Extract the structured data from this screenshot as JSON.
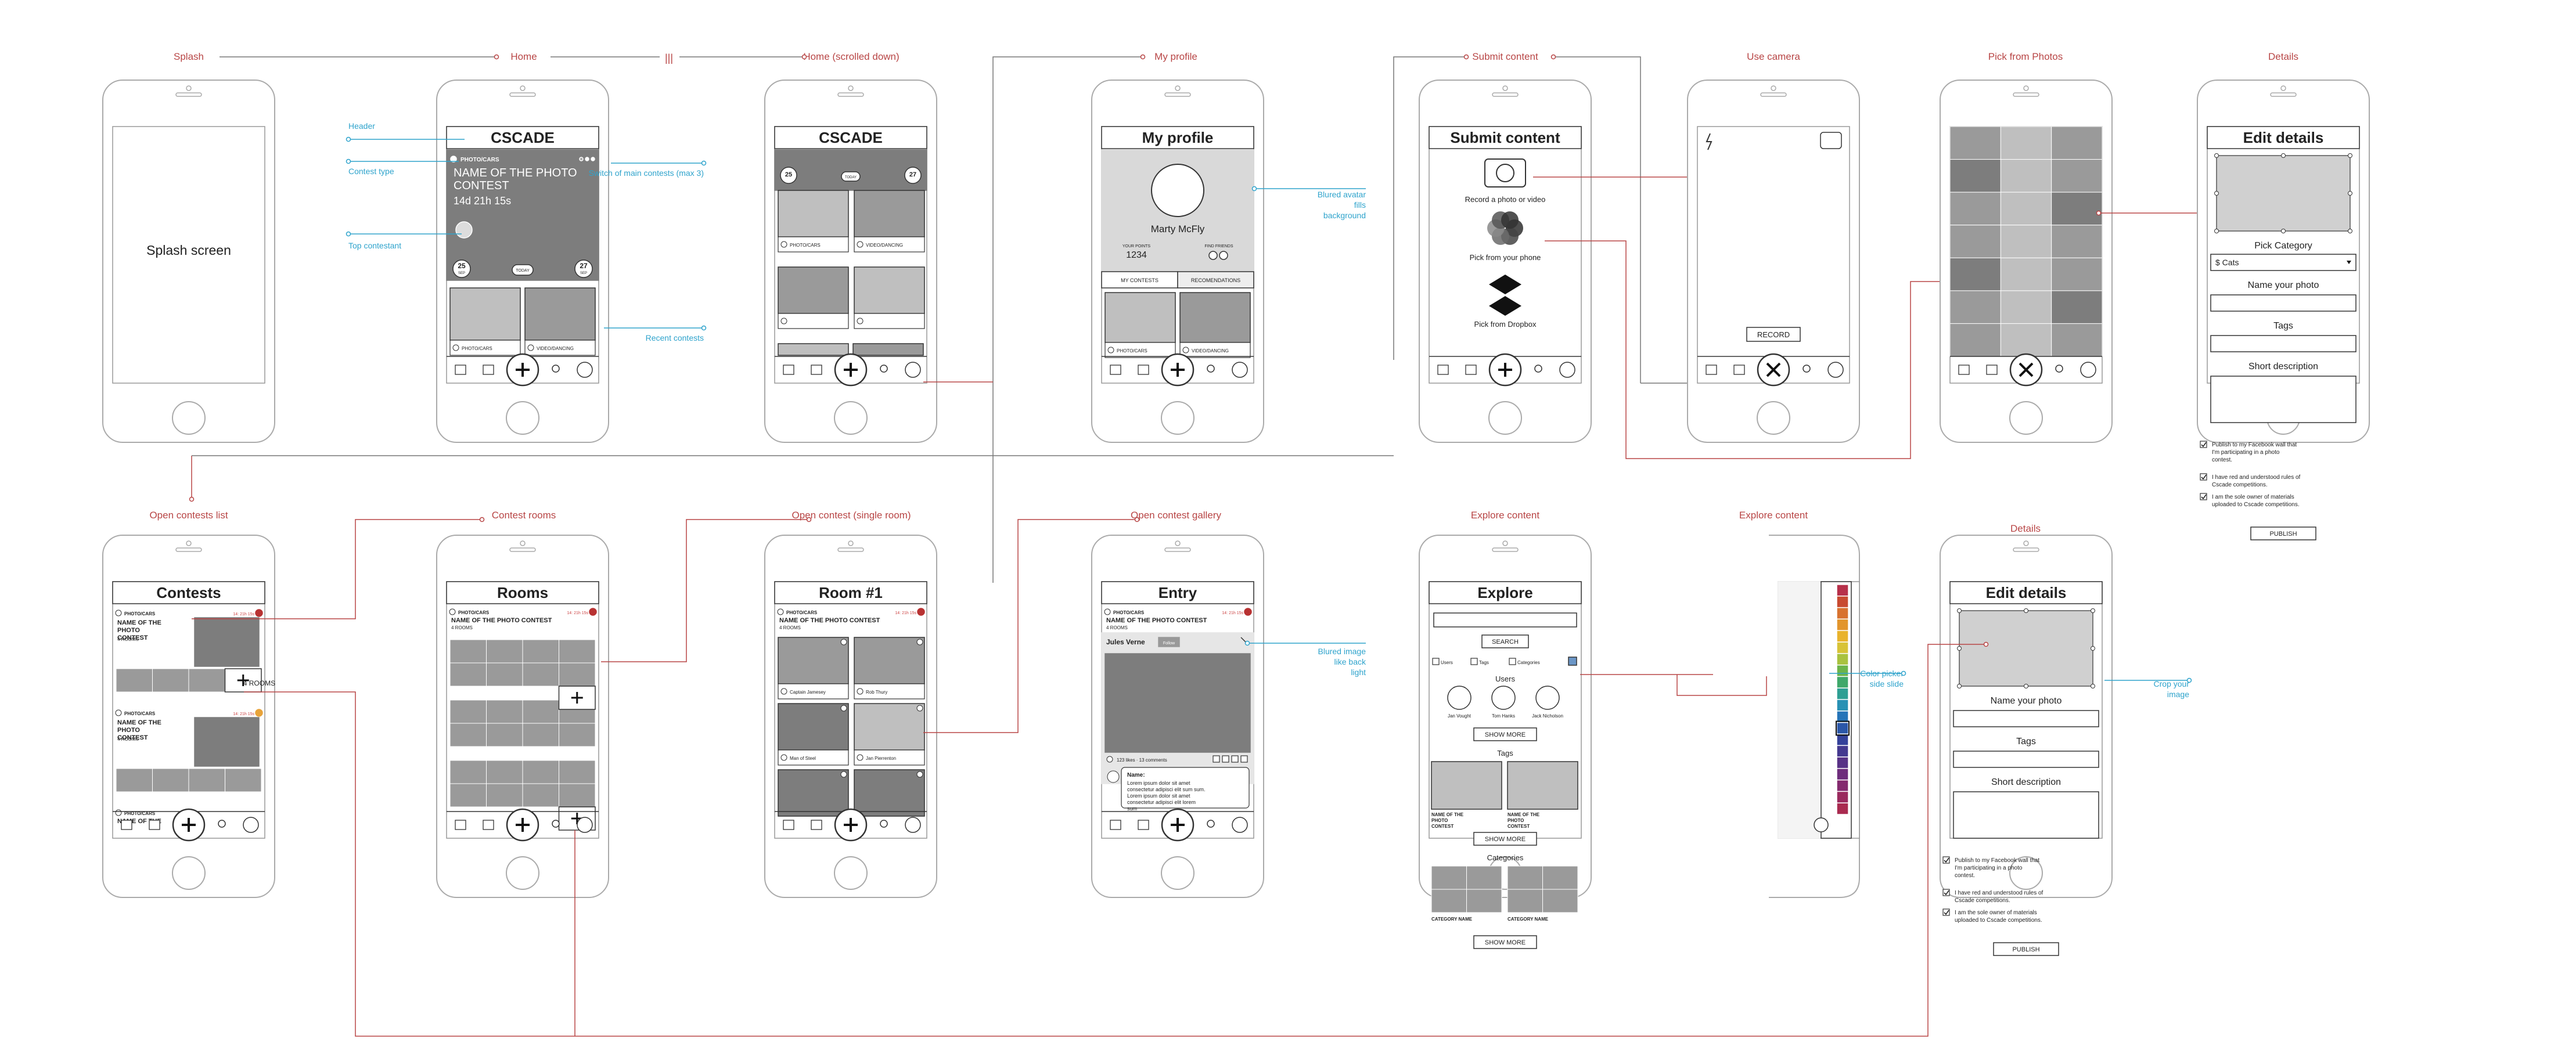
{
  "colors": {
    "red": "#b84545",
    "blue": "#2ea3cc",
    "line": "#777777",
    "dark": "#333333",
    "gray": "#9a9a9a",
    "mid": "#7d7d7d",
    "light": "#bfbfbf"
  },
  "screen_titles": {
    "splash": "Splash",
    "home": "Home",
    "home_scrolled": "Home (scrolled down)",
    "my_profile": "My profile",
    "submit": "Submit content",
    "camera": "Use camera",
    "photos": "Pick from Photos",
    "details_top": "Details",
    "contests_list": "Open contests list",
    "contest_rooms": "Contest rooms",
    "single_room": "Open contest (single room)",
    "gallery": "Open contest gallery",
    "explore": "Explore content",
    "explore_color": "Explore content",
    "details_bottom": "Details"
  },
  "separator": "|||",
  "splash": {
    "text": "Splash screen"
  },
  "home": {
    "header": "CSCADE",
    "category": "PHOTO/CARS",
    "contest_name": "NAME OF THE PHOTO CONTEST",
    "timer": "14d 21h 15s",
    "left_day": "25",
    "left_month": "SEP",
    "today": "TODAY",
    "right_day": "27",
    "right_month": "SEP",
    "cards": [
      "PHOTO/CARS",
      "VIDEO/DANCING"
    ]
  },
  "home_annotations": {
    "header": "Header",
    "contest_type": "Contest type",
    "switch": "Switch of main contests (max 3)",
    "top_contestant": "Top contestant",
    "recent": "Recent contests"
  },
  "home_scrolled": {
    "header": "CSCADE",
    "left_day": "25",
    "left_month": "SEP",
    "today": "TODAY",
    "right_day": "27",
    "right_month": "SEP",
    "cards": [
      "PHOTO/CARS",
      "VIDEO/DANCING",
      "",
      "",
      "",
      ""
    ]
  },
  "profile": {
    "title": "My profile",
    "name": "Marty McFly",
    "points_label": "YOUR POINTS",
    "points": "1234",
    "friends_label": "FIND FRIENDS",
    "tabs": [
      "MY CONTESTS",
      "RECOMENDATIONS"
    ],
    "cards": [
      "PHOTO/CARS",
      "VIDEO/DANCING"
    ],
    "annotation": "Blured avatar fills background"
  },
  "submit": {
    "title": "Submit content",
    "options": [
      "Record a photo or video",
      "Pick from your phone",
      "Pick from Dropbox"
    ]
  },
  "camera": {
    "record": "RECORD"
  },
  "details_top": {
    "title": "Edit details",
    "category_label": "Pick Category",
    "category_value": "$ Cats",
    "name_label": "Name your photo",
    "tags_label": "Tags",
    "desc_label": "Short description",
    "checks": [
      "Publish to my Facebook wall that I'm participating in a photo contest.",
      "I have red and understood rules of Cscade competitions.",
      "I am the sole owner of materials uploaded to Cscade competitions."
    ],
    "publish": "PUBLISH"
  },
  "contests": {
    "title": "Contests",
    "items": [
      {
        "category": "PHOTO/CARS",
        "time": "14: 21h 15s",
        "name": "NAME OF THE PHOTO CONTEST",
        "rooms": "4 ROOMS"
      },
      {
        "category": "PHOTO/CARS",
        "time": "14: 21h 15s",
        "name": "NAME OF THE PHOTO CONTEST",
        "rooms": "4 ROOMS"
      },
      {
        "category": "PHOTO/CARS",
        "time": "14: 21h 15s",
        "name": "NAME OF THE",
        "rooms": ""
      }
    ]
  },
  "rooms": {
    "title": "Rooms",
    "category": "PHOTO/CARS",
    "time": "14: 21h 15s",
    "name": "NAME OF THE PHOTO CONTEST",
    "rooms": "4 ROOMS"
  },
  "room1": {
    "title": "Room #1",
    "category": "PHOTO/CARS",
    "time": "14: 21h 15s",
    "name": "NAME OF THE PHOTO CONTEST",
    "rooms": "4 ROOMS",
    "entries": [
      "Captain Jamesey",
      "Rob Thury",
      "Man of Steel",
      "Jan Pierrenton",
      "",
      ""
    ]
  },
  "entry": {
    "title": "Entry",
    "category": "PHOTO/CARS",
    "time": "14: 21h 15s",
    "name": "NAME OF THE PHOTO CONTEST",
    "rooms": "4 ROOMS",
    "author": "Jules Verne",
    "follow": "Follow",
    "stats": "123 likes · 13 comments",
    "comment_name": "Name:",
    "comment_text": "Lorem ipsum dolor sit amet consectetur adipisci elit sum sum. Lorem ipsum dolor sit amet consectetur adipisci elit lorem sum",
    "annotation": "Blured image like back light"
  },
  "explore": {
    "title": "Explore",
    "search": "SEARCH",
    "filters": [
      "Users",
      "Tags",
      "Categories"
    ],
    "users_heading": "Users",
    "users": [
      "Jan Vought",
      "Tom Hanks",
      "Jack Nicholson"
    ],
    "show_more": "SHOW MORE",
    "tags_heading": "Tags",
    "tag_cards": [
      "NAME OF THE PHOTO CONTEST",
      "NAME OF THE PHOTO CONTEST"
    ],
    "categories_heading": "Categories",
    "cat_cards": [
      "CATEGORY NAME",
      "CATEGORY NAME"
    ]
  },
  "explore_color": {
    "annotation": "Color picker side slide",
    "swatches": [
      "#b7304a",
      "#c84a30",
      "#d8722f",
      "#e2952d",
      "#e9b32c",
      "#d8c337",
      "#a9c23f",
      "#6bb44a",
      "#3fa86a",
      "#2e9f93",
      "#2891b4",
      "#2574b8",
      "#2b57a8",
      "#34419a",
      "#44398f",
      "#583286",
      "#6e2d7c",
      "#842a6e",
      "#9a2a5e",
      "#a92b50"
    ]
  },
  "details_bottom": {
    "title": "Edit details",
    "name_label": "Name your photo",
    "tags_label": "Tags",
    "desc_label": "Short description",
    "checks": [
      "Publish to my Facebook wall that I'm participating in a photo contest.",
      "I have red and understood rules of Cscade competitions.",
      "I am the sole owner of materials uploaded to Cscade competitions."
    ],
    "publish": "PUBLISH",
    "annotation": "Crop your image"
  }
}
